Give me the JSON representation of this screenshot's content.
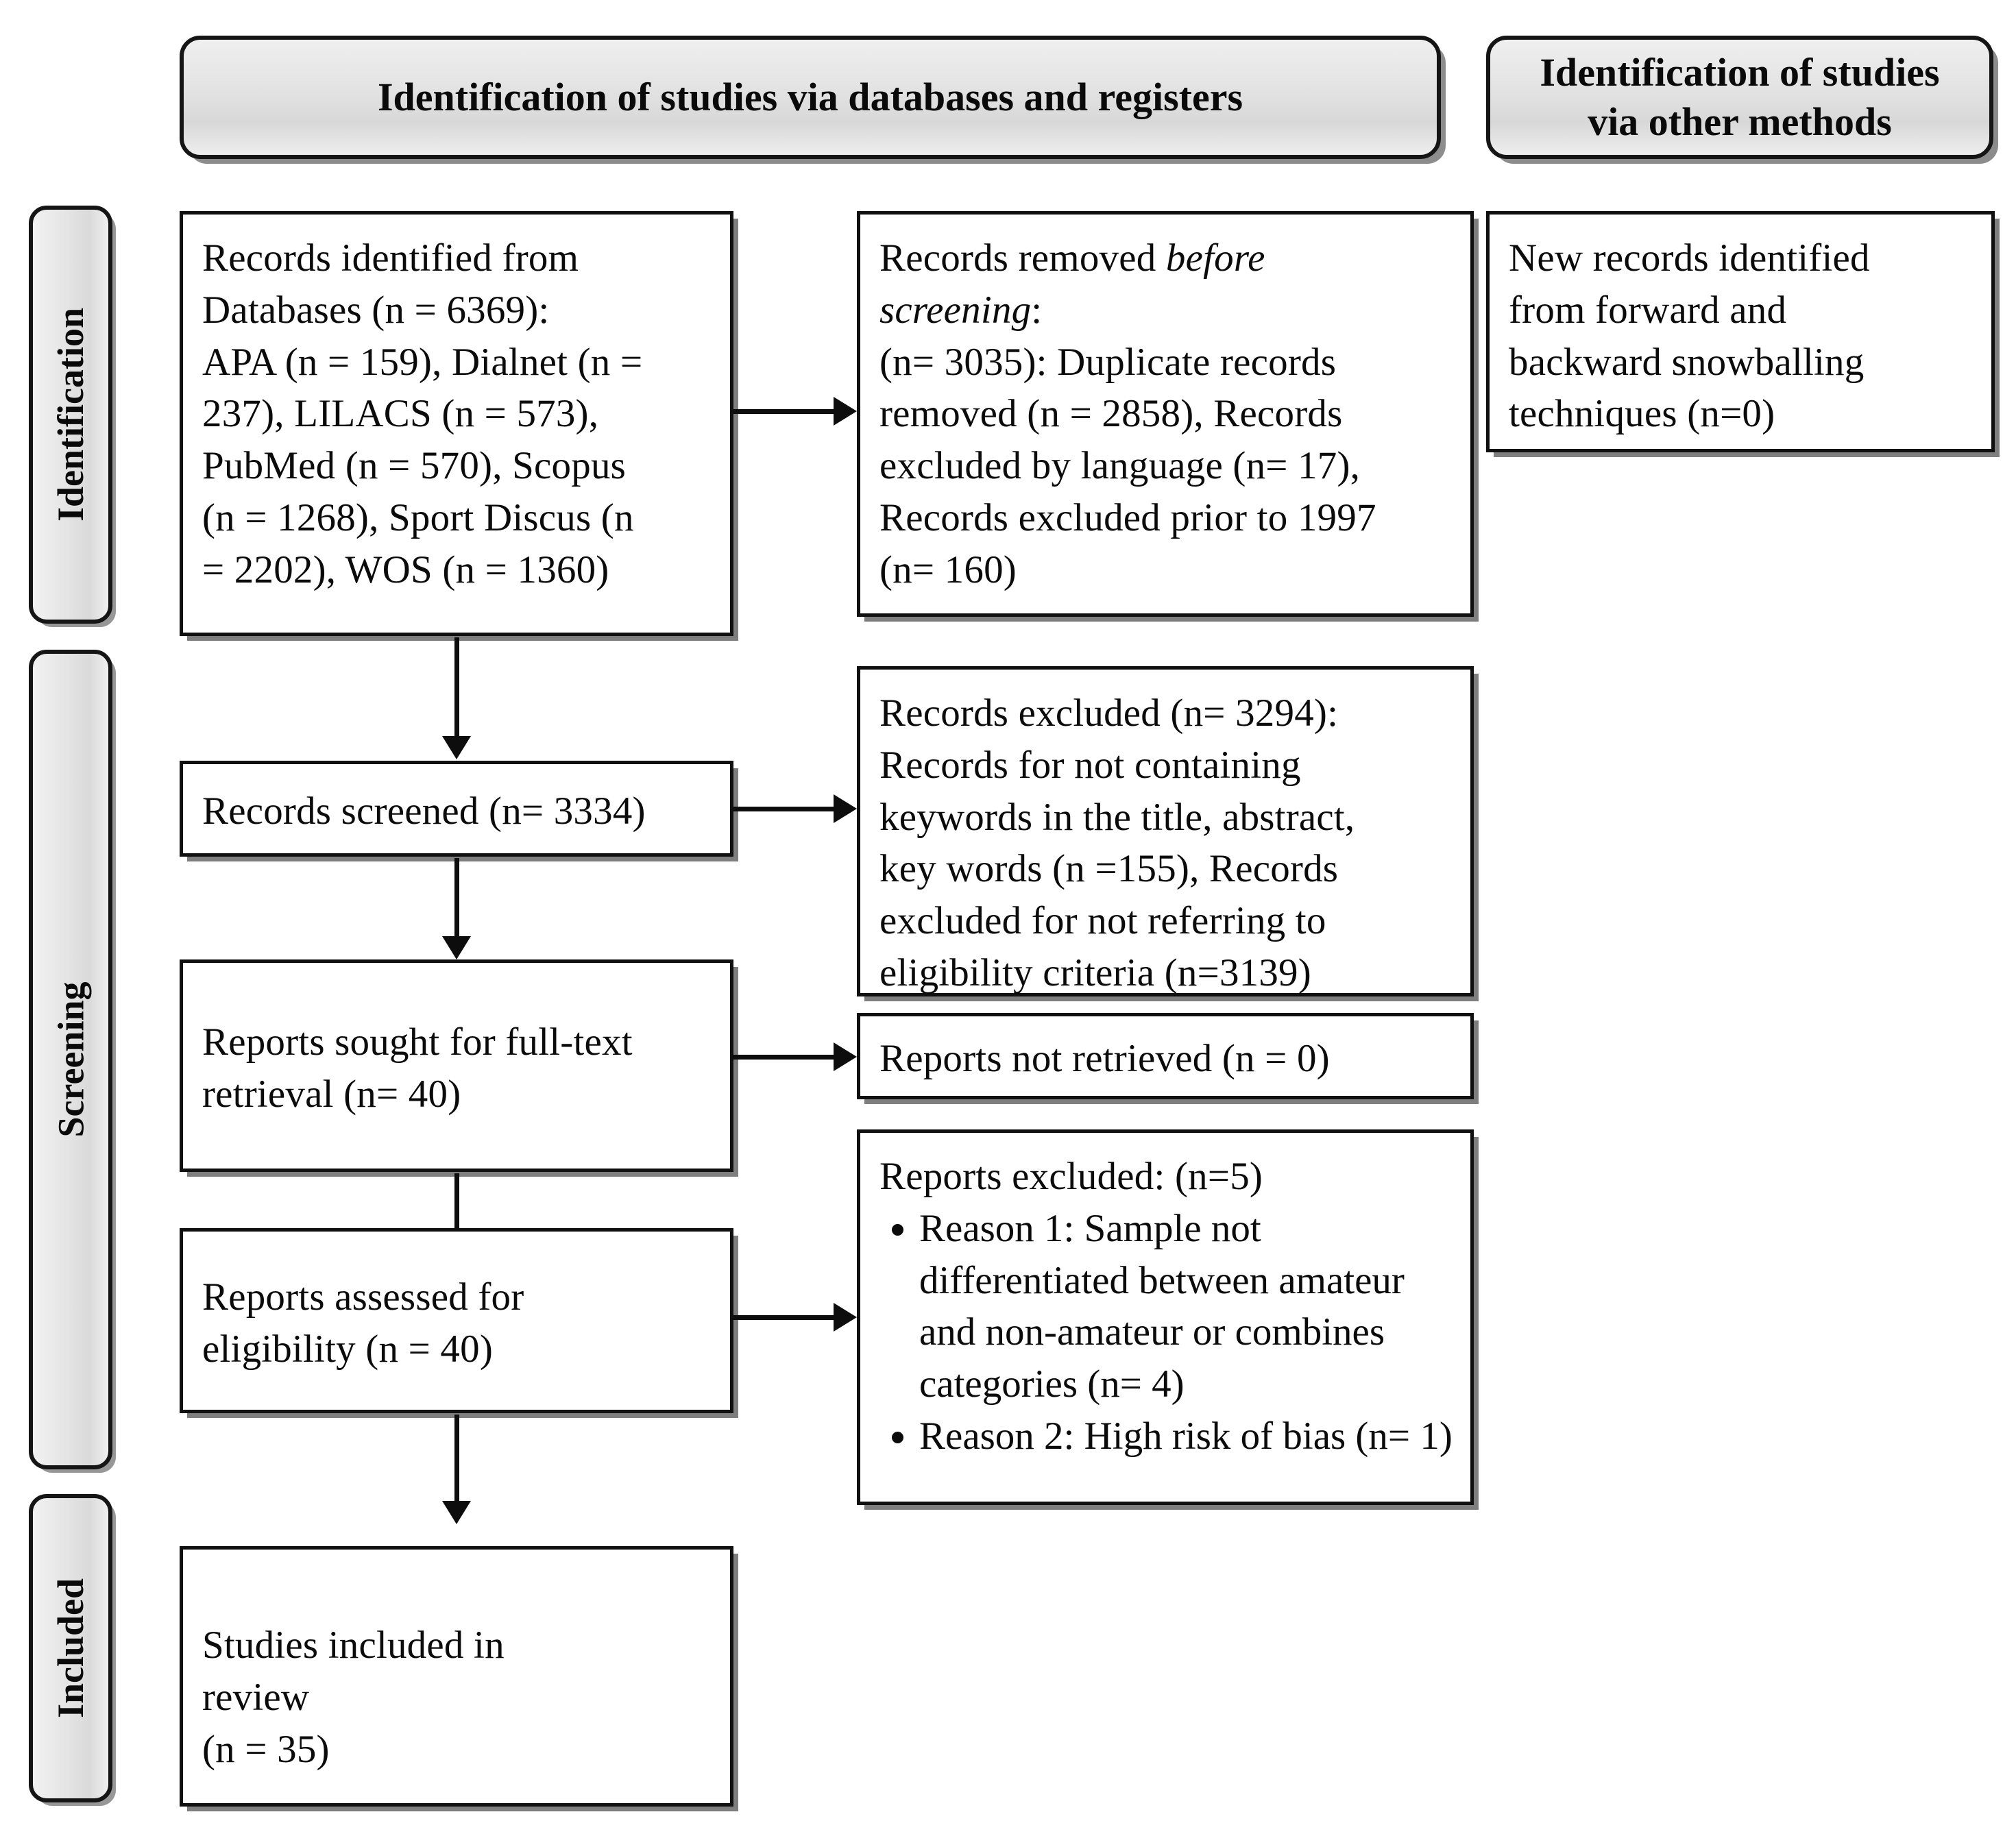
{
  "diagram": {
    "title_bar": {
      "databases_header": "Identification of studies via databases and registers",
      "other_methods_header": "Identification of studies\nvia other methods"
    },
    "stage_labels": [
      {
        "name": "identification",
        "label": "Identification"
      },
      {
        "name": "screening",
        "label": "Screening"
      },
      {
        "name": "included",
        "label": "Included"
      }
    ],
    "boxes": {
      "records_identified": "Records identified from\nDatabases (n = 6369):\nAPA (n = 159), Dialnet (n =\n237), LILACS (n = 573),\nPubMed (n = 570), Scopus\n(n = 1268), Sport Discus (n\n= 2202), WOS (n = 1360)",
      "records_removed_line1_pre": "Records removed ",
      "records_removed_line1_em": "before",
      "records_removed_line2_em": "screening",
      "records_removed_line2_post": ":",
      "records_removed_body": "(n= 3035): Duplicate records\nremoved (n = 2858), Records\nexcluded by language (n= 17),\nRecords excluded prior to 1997\n(n= 160)",
      "new_records_other": "New records identified\nfrom forward and\nbackward snowballing\ntechniques (n=0)",
      "records_screened": "Records screened (n= 3334)",
      "records_excluded": "Records excluded    (n= 3294):\nRecords for not containing\nkeywords in the title, abstract,\nkey words (n =155), Records\nexcluded for not referring to\neligibility criteria (n=3139)",
      "reports_sought": "Reports sought for full-text\nretrieval (n= 40)",
      "reports_not_retrieved": "Reports not retrieved (n = 0)",
      "reports_assessed": "Reports assessed for\neligibility (n = 40)",
      "reports_excluded_title": "Reports excluded: (n=5)",
      "reports_excluded_items": [
        "Reason 1: Sample not differentiated between amateur and non-amateur or combines categories (n= 4)",
        "Reason 2: High risk of bias (n= 1)"
      ],
      "studies_included": "Studies included in\nreview\n(n = 35)"
    },
    "colors": {
      "box_border": "#101010",
      "pill_fill": "#e4e4e4",
      "text": "#0b0b0b",
      "arrow": "#0d0d0d",
      "background": "#ffffff"
    }
  }
}
